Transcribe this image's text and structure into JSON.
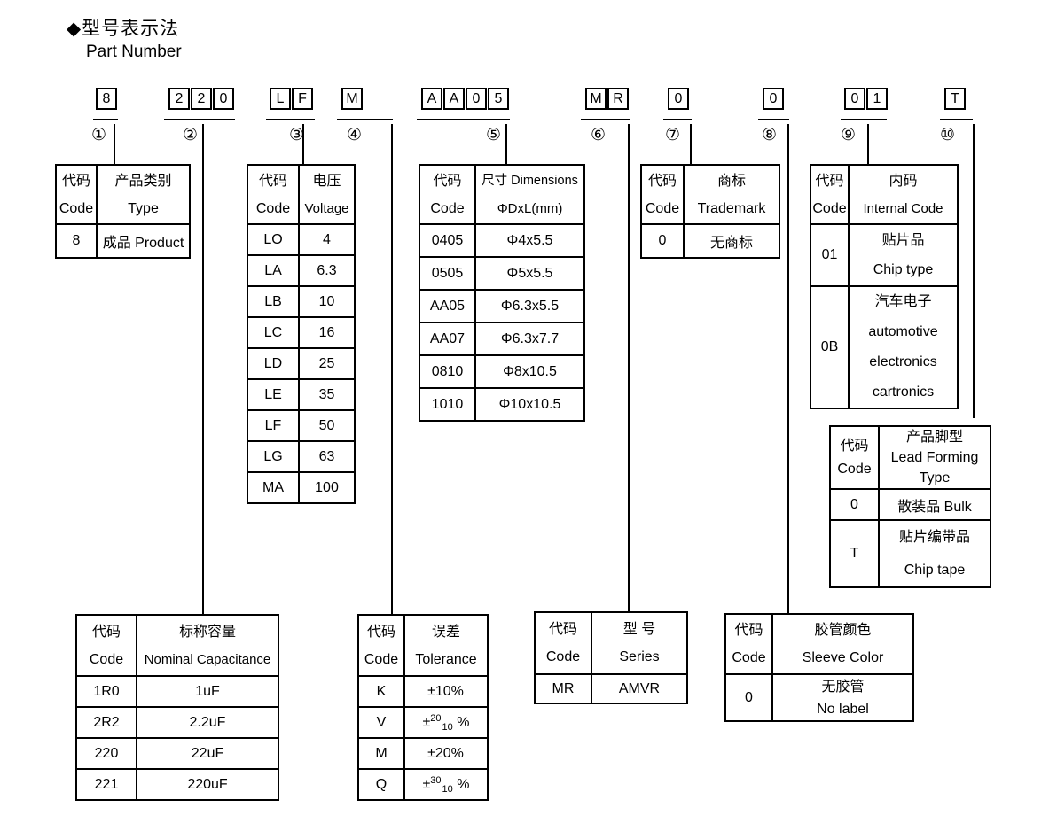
{
  "page": {
    "title_zh": "◆型号表示法",
    "title_en": "Part Number"
  },
  "part_number": {
    "boxes": [
      "8",
      "2",
      "2",
      "0",
      "L",
      "F",
      "M",
      "A",
      "A",
      "0",
      "5",
      "M",
      "R",
      "0",
      "0",
      "0",
      "1",
      "T"
    ],
    "group_markers": [
      "①",
      "②",
      "③",
      "④",
      "⑤",
      "⑥",
      "⑦",
      "⑧",
      "⑨",
      "⑩"
    ]
  },
  "tables": {
    "type": {
      "header": {
        "code_zh": "代码",
        "code_en": "Code",
        "name_zh": "产品类别",
        "name_en": "Type"
      },
      "rows": [
        {
          "code": "8",
          "value": "成品 Product"
        }
      ]
    },
    "voltage": {
      "header": {
        "code_zh": "代码",
        "code_en": "Code",
        "name_zh": "电压",
        "name_en": "Voltage"
      },
      "rows": [
        {
          "code": "LO",
          "value": "4"
        },
        {
          "code": "LA",
          "value": "6.3"
        },
        {
          "code": "LB",
          "value": "10"
        },
        {
          "code": "LC",
          "value": "16"
        },
        {
          "code": "LD",
          "value": "25"
        },
        {
          "code": "LE",
          "value": "35"
        },
        {
          "code": "LF",
          "value": "50"
        },
        {
          "code": "LG",
          "value": "63"
        },
        {
          "code": "MA",
          "value": "100"
        }
      ]
    },
    "dimensions": {
      "header": {
        "code_zh": "代码",
        "code_en": "Code",
        "name_zh": "尺寸 Dimensions",
        "name_en": "ΦDxL(mm)"
      },
      "rows": [
        {
          "code": "0405",
          "value": "Φ4x5.5"
        },
        {
          "code": "0505",
          "value": "Φ5x5.5"
        },
        {
          "code": "AA05",
          "value": "Φ6.3x5.5"
        },
        {
          "code": "AA07",
          "value": "Φ6.3x7.7"
        },
        {
          "code": "0810",
          "value": "Φ8x10.5"
        },
        {
          "code": "1010",
          "value": "Φ10x10.5"
        }
      ]
    },
    "trademark": {
      "header": {
        "code_zh": "代码",
        "code_en": "Code",
        "name_zh": "商标",
        "name_en": "Trademark"
      },
      "rows": [
        {
          "code": "0",
          "value": "无商标"
        }
      ]
    },
    "internal_code": {
      "header": {
        "code_zh": "代码",
        "code_en": "Code",
        "name_zh": "内码",
        "name_en": "Internal Code"
      },
      "rows": [
        {
          "code": "01",
          "lines": [
            "贴片品",
            "Chip type"
          ]
        },
        {
          "code": "0B",
          "lines": [
            "汽车电子",
            "automotive",
            "electronics",
            "cartronics"
          ]
        }
      ]
    },
    "lead_forming": {
      "header": {
        "code_zh": "代码",
        "code_en": "Code",
        "name_lines": [
          "产品脚型",
          "Lead Forming",
          "Type"
        ]
      },
      "rows": [
        {
          "code": "0",
          "lines": [
            "散装品 Bulk"
          ]
        },
        {
          "code": "T",
          "lines": [
            "贴片编带品",
            "Chip tape"
          ]
        }
      ]
    },
    "capacitance": {
      "header": {
        "code_zh": "代码",
        "code_en": "Code",
        "name_zh": "标称容量",
        "name_en": "Nominal Capacitance"
      },
      "rows": [
        {
          "code": "1R0",
          "value": "1uF"
        },
        {
          "code": "2R2",
          "value": "2.2uF"
        },
        {
          "code": "220",
          "value": "22uF"
        },
        {
          "code": "221",
          "value": "220uF"
        }
      ]
    },
    "tolerance": {
      "header": {
        "code_zh": "代码",
        "code_en": "Code",
        "name_zh": "误差",
        "name_en": "Tolerance"
      },
      "rows": [
        {
          "code": "K",
          "pre": "±10%",
          "sup": "",
          "sub": "",
          "post": ""
        },
        {
          "code": "V",
          "pre": "±",
          "sup": "20",
          "sub": "10",
          "post": " %"
        },
        {
          "code": "M",
          "pre": "±20%",
          "sup": "",
          "sub": "",
          "post": ""
        },
        {
          "code": "Q",
          "pre": "±",
          "sup": "30",
          "sub": "10",
          "post": " %"
        }
      ]
    },
    "series": {
      "header": {
        "code_zh": "代码",
        "code_en": "Code",
        "name_zh": "型 号",
        "name_en": "Series"
      },
      "rows": [
        {
          "code": "MR",
          "value": "AMVR"
        }
      ]
    },
    "sleeve": {
      "header": {
        "code_zh": "代码",
        "code_en": "Code",
        "name_zh": "胶管颜色",
        "name_en": "Sleeve Color"
      },
      "rows": [
        {
          "code": "0",
          "lines": [
            "无胶管",
            "No label"
          ]
        }
      ]
    }
  }
}
